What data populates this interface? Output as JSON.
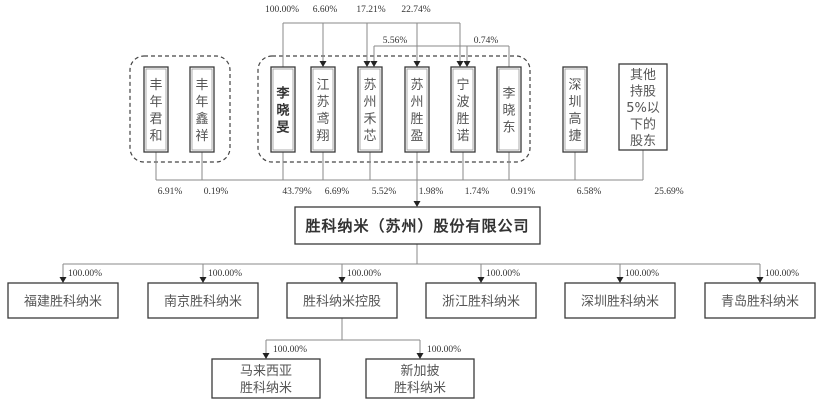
{
  "title": "股权结构图",
  "top_percentages": {
    "li_xiaomin_to_jiangsu": "100.00%",
    "to_suzhou_hexin": "6.60%",
    "to_suzhou_shengying": "17.21%",
    "to_ningbo_shengnuo": "22.74%",
    "li_xiaodong_to_suzhou_hexin": "5.56%",
    "li_xiaodong_to_ningbo_shengnuo": "0.74%"
  },
  "shareholders": [
    {
      "id": "fengnian-junhe",
      "lines": [
        "丰",
        "年",
        "君",
        "和"
      ],
      "pct": "6.91%",
      "group": "fengnian",
      "bold": false
    },
    {
      "id": "fengnian-xinxiang",
      "lines": [
        "丰",
        "年",
        "鑫",
        "祥"
      ],
      "pct": "0.19%",
      "group": "fengnian",
      "bold": false
    },
    {
      "id": "li-xiaomin",
      "lines": [
        "李",
        "晓",
        "旻"
      ],
      "pct": "43.79%",
      "group": "controller",
      "bold": true
    },
    {
      "id": "jiangsu-yuxiang",
      "lines": [
        "江",
        "苏",
        "鸢",
        "翔"
      ],
      "pct": "6.69%",
      "group": "controller",
      "bold": false
    },
    {
      "id": "suzhou-hexin",
      "lines": [
        "苏",
        "州",
        "禾",
        "芯"
      ],
      "pct": "5.52%",
      "group": "controller",
      "bold": false
    },
    {
      "id": "suzhou-shengying",
      "lines": [
        "苏",
        "州",
        "胜",
        "盈"
      ],
      "pct": "1.98%",
      "group": "controller",
      "bold": false
    },
    {
      "id": "ningbo-shengnuo",
      "lines": [
        "宁",
        "波",
        "胜",
        "诺"
      ],
      "pct": "1.74%",
      "group": "controller",
      "bold": false
    },
    {
      "id": "li-xiaodong",
      "lines": [
        "李",
        "晓",
        "东"
      ],
      "pct": "0.91%",
      "group": "controller",
      "bold": false
    },
    {
      "id": "shenzhen-gaojie",
      "lines": [
        "深",
        "圳",
        "高",
        "捷"
      ],
      "pct": "6.58%",
      "group": "none",
      "bold": false
    },
    {
      "id": "other-shareholders",
      "lines": [
        "其他",
        "持股",
        "5%以",
        "下的",
        "股东"
      ],
      "pct": "25.69%",
      "group": "none",
      "bold": false
    }
  ],
  "company": {
    "name": "胜科纳米（苏州）股份有限公司"
  },
  "subsidiaries": [
    {
      "id": "fujian",
      "name": "福建胜科纳米",
      "pct": "100.00%"
    },
    {
      "id": "nanjing",
      "name": "南京胜科纳米",
      "pct": "100.00%"
    },
    {
      "id": "holding",
      "name": "胜科纳米控股",
      "pct": "100.00%"
    },
    {
      "id": "zhejiang",
      "name": "浙江胜科纳米",
      "pct": "100.00%"
    },
    {
      "id": "shenzhen",
      "name": "深圳胜科纳米",
      "pct": "100.00%"
    },
    {
      "id": "qingdao",
      "name": "青岛胜科纳米",
      "pct": "100.00%"
    }
  ],
  "sub_subsidiaries": [
    {
      "id": "malaysia",
      "lines": [
        "马来西亚",
        "胜科纳米"
      ],
      "pct": "100.00%"
    },
    {
      "id": "singapore",
      "lines": [
        "新加披",
        "胜科纳米"
      ],
      "pct": "100.00%"
    }
  ]
}
